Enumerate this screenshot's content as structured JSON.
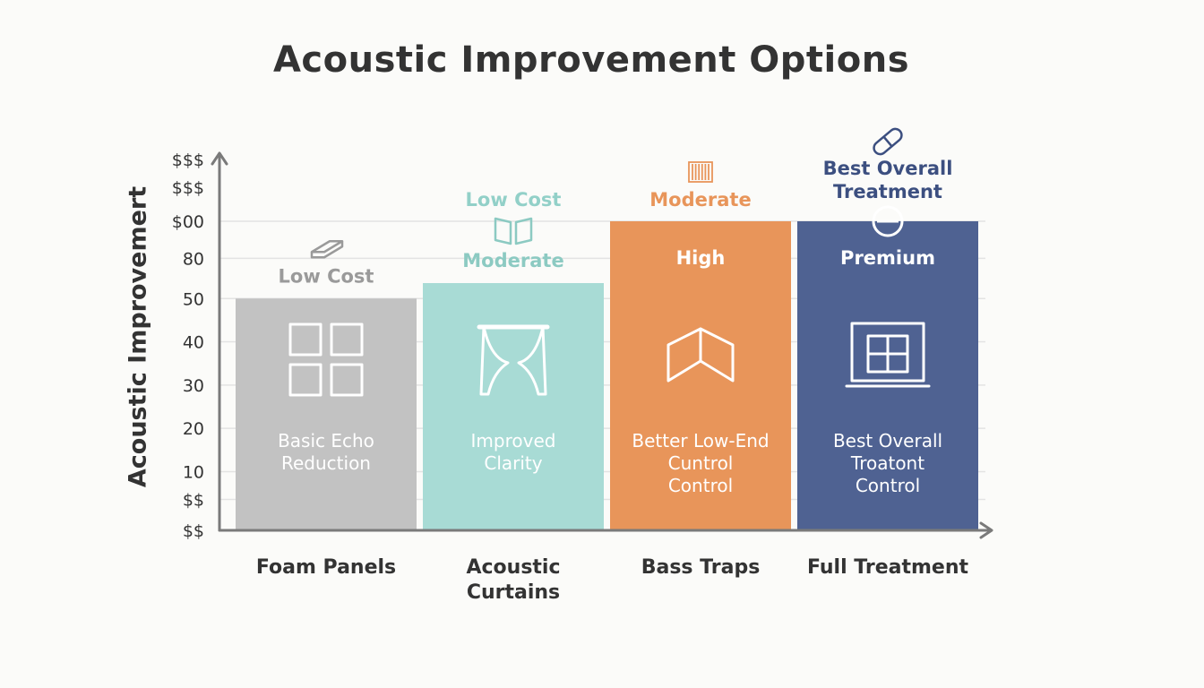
{
  "chart_data": {
    "type": "bar",
    "title": "Acoustic Improvement Options",
    "ylabel": "Acoustic Improvemert",
    "xlabel": "",
    "ylim": [
      0,
      100
    ],
    "y_ticks": [
      {
        "label": "$$$",
        "value": 120
      },
      {
        "label": "$$$",
        "value": 111
      },
      {
        "label": "$00",
        "value": 100
      },
      {
        "label": "80",
        "value": 88
      },
      {
        "label": "50",
        "value": 75
      },
      {
        "label": "40",
        "value": 61
      },
      {
        "label": "30",
        "value": 47
      },
      {
        "label": "20",
        "value": 33
      },
      {
        "label": "10",
        "value": 19
      },
      {
        "label": "$$",
        "value": 10
      },
      {
        "label": "$$",
        "value": 0
      }
    ],
    "categories": [
      {
        "label": [
          "Foam Panels"
        ],
        "value": 75,
        "color": "#c2c2c2",
        "description": [
          "Basic Echo",
          "Reduction"
        ],
        "icon": "square-panels-icon",
        "top_label": "",
        "top_label_color": "",
        "top_sub": "Low Cost",
        "top_sub_color": "#9a9a9a",
        "top_sub_icon": "eraser-icon"
      },
      {
        "label": [
          "Acoustic",
          "Curtains"
        ],
        "value": 80,
        "color": "#a8dbd5",
        "description": [
          "Improved",
          "Clarity"
        ],
        "icon": "curtain-icon",
        "top_label": "Low Cost",
        "top_label_color": "#92d0c8",
        "top_sub": "Moderate",
        "top_sub_color": "#8ccac2",
        "top_sub_icon": "open-book-icon"
      },
      {
        "label": [
          "Bass Traps"
        ],
        "value": 100,
        "color": "#e8955a",
        "description": [
          "Better Low-End",
          "Cuntrol",
          "Control"
        ],
        "icon": "corner-trap-icon",
        "top_label": "Moderate",
        "top_label_color": "#e8955a",
        "top_label_icon": "barcode-icon",
        "inside_label": "High"
      },
      {
        "label": [
          "Full Treatment"
        ],
        "value": 100,
        "color": "#4f6292",
        "description": [
          "Best Overall",
          "Troatont",
          "Control"
        ],
        "icon": "window-icon",
        "top_label": "Best Overall\nTreatment",
        "top_label_color": "#3c4f80",
        "top_label_icon": "pill-icon",
        "inside_label": "Premium",
        "inside_label_icon": "minus-circle-icon"
      }
    ],
    "grid": true,
    "legend": "none"
  }
}
